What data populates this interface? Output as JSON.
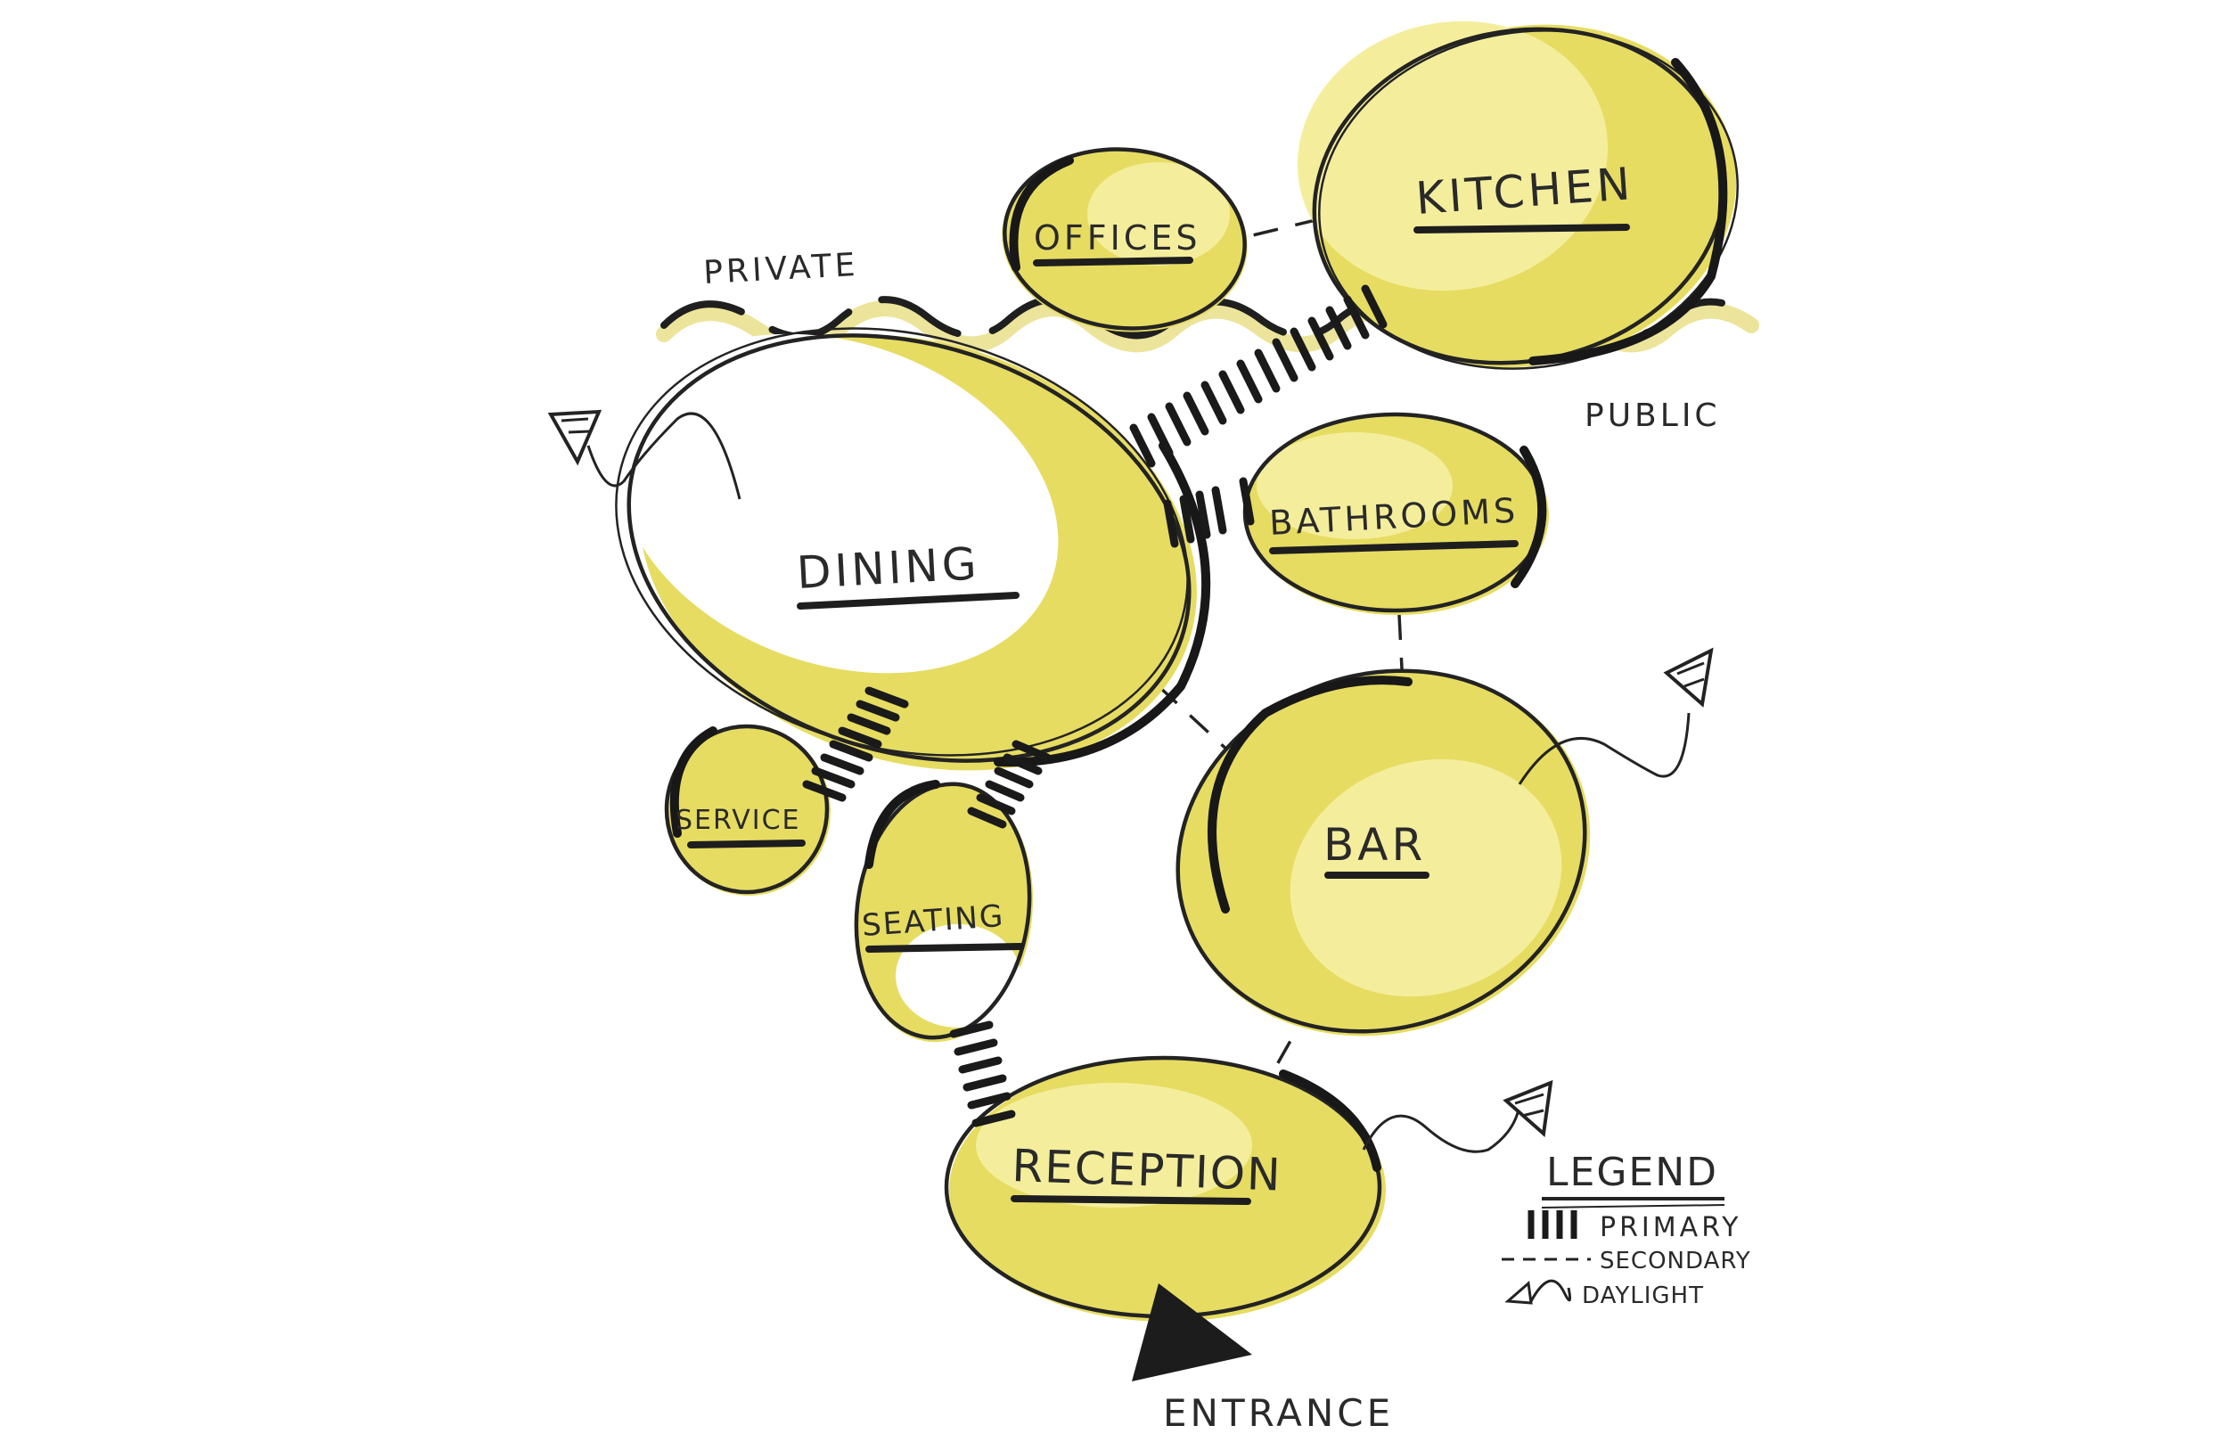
{
  "zones": {
    "private": "PRIVATE",
    "public": "PUBLIC"
  },
  "rooms": {
    "kitchen": "KITCHEN",
    "offices": "OFFICES",
    "dining": "DINING",
    "bathrooms": "BATHROOMS",
    "bar": "BAR",
    "service": "SERVICE",
    "seating": "SEATING",
    "reception": "RECEPTION"
  },
  "entrance": "ENTRANCE",
  "legend": {
    "title": "LEGEND",
    "primary": "PRIMARY",
    "secondary": "SECONDARY",
    "daylight": "DAYLIGHT"
  },
  "colors": {
    "marker_yellow": "#e6dc62",
    "ink": "#232323"
  },
  "connections": {
    "primary": [
      [
        "dining",
        "kitchen"
      ],
      [
        "dining",
        "bathrooms"
      ],
      [
        "dining",
        "service"
      ],
      [
        "dining",
        "seating"
      ],
      [
        "seating",
        "reception"
      ]
    ],
    "secondary": [
      [
        "offices",
        "kitchen"
      ],
      [
        "bathrooms",
        "bar"
      ],
      [
        "dining",
        "bar"
      ],
      [
        "bar",
        "reception"
      ]
    ]
  }
}
